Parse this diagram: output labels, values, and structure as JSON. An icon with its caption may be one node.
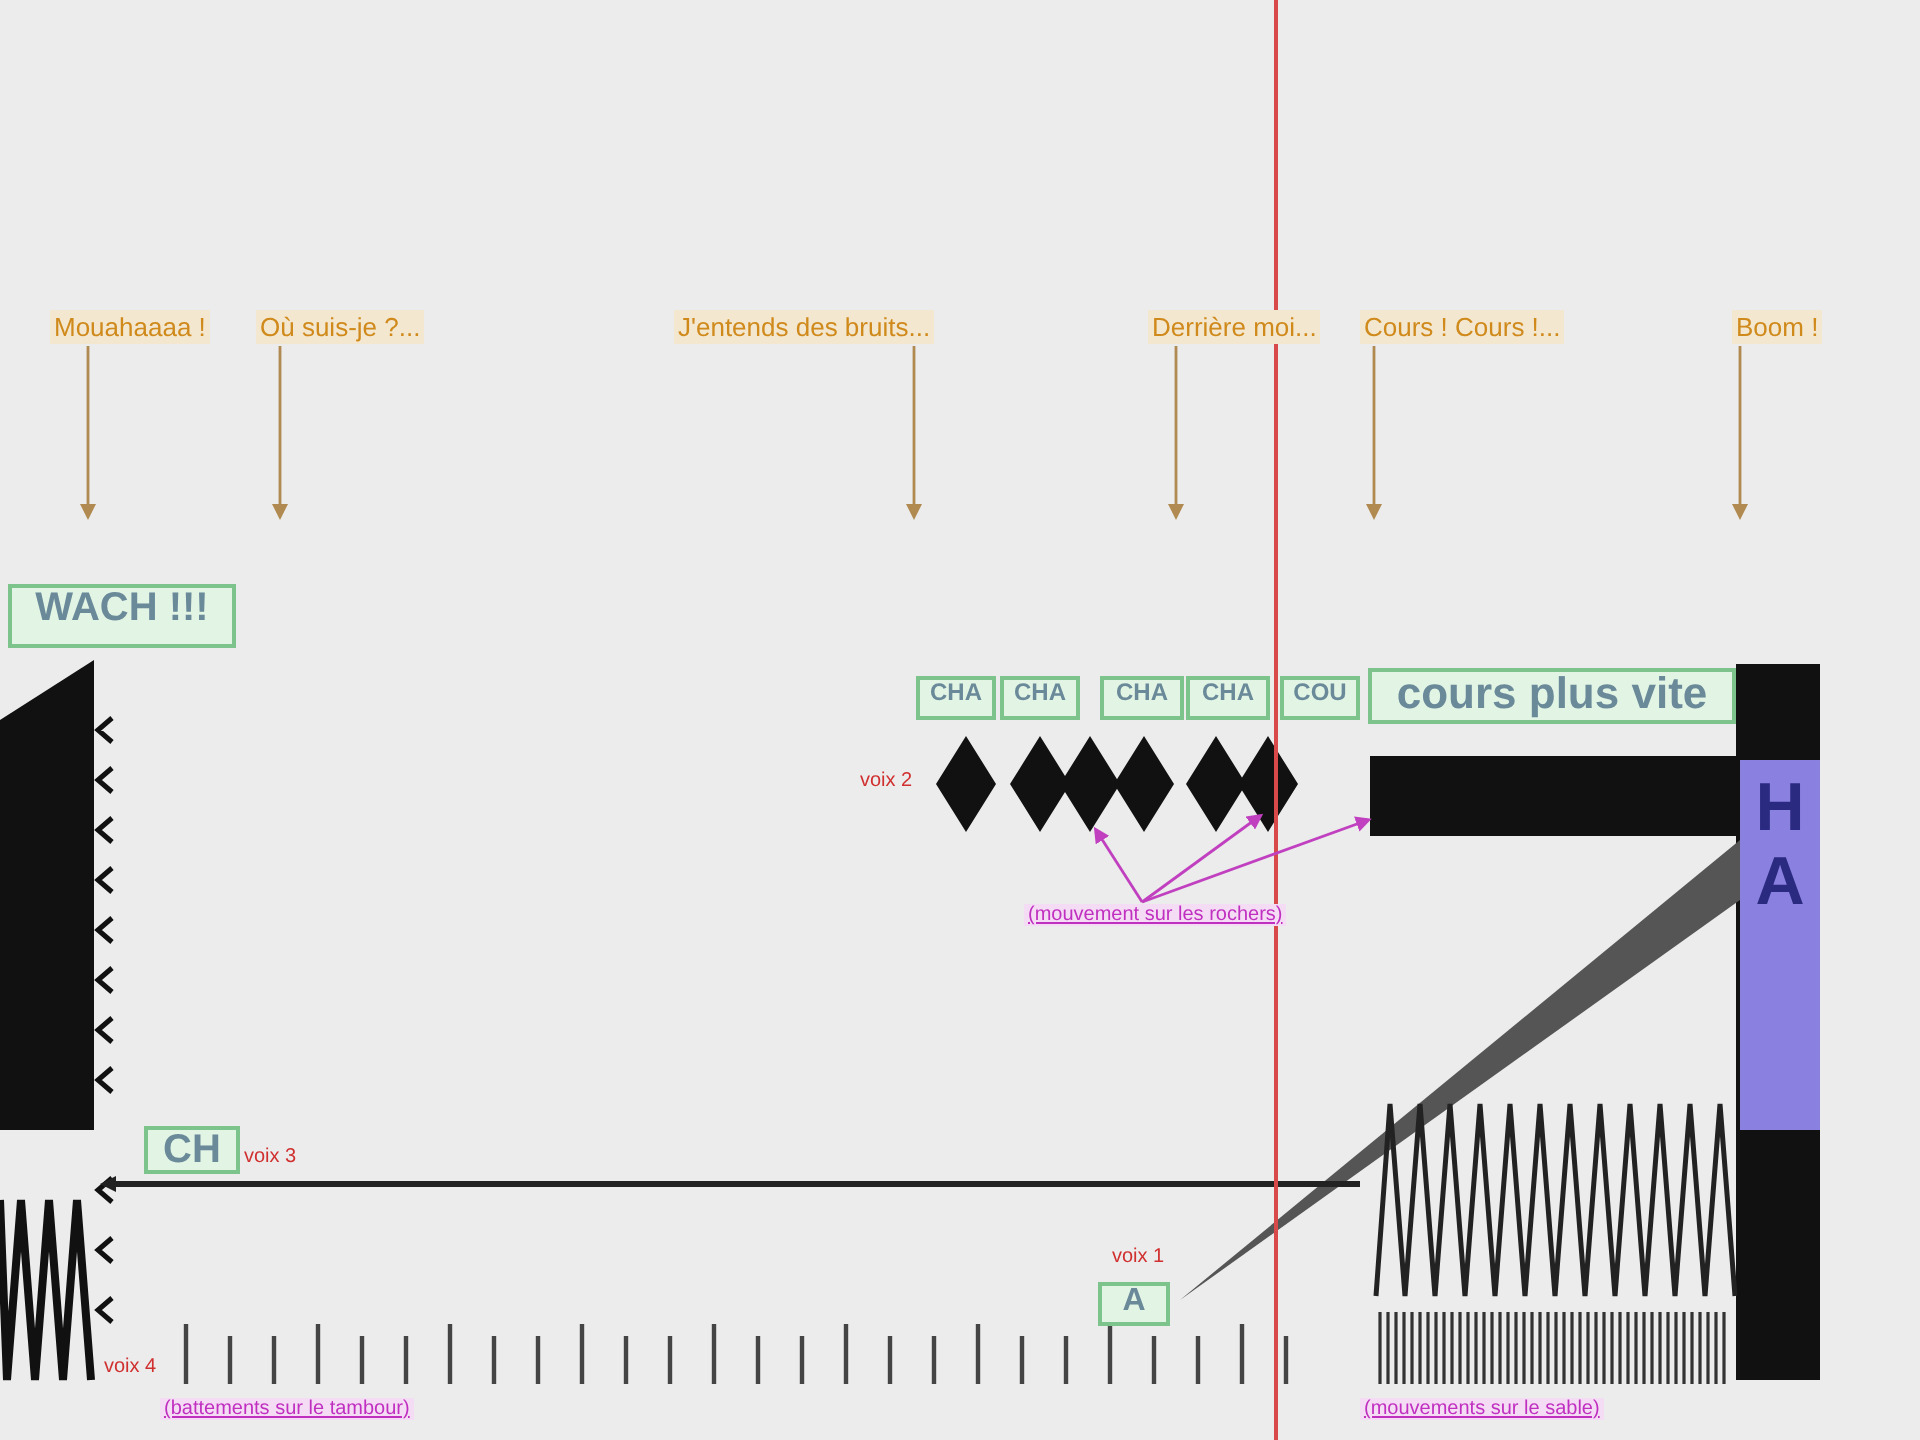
{
  "diagram": {
    "nodes": [
      {
        "text": [
          "Mouahaaaa !"
        ]
      },
      {
        "text": [
          "Où suis-je ?..."
        ]
      },
      {
        "text": [
          "J'entends des bruits..."
        ]
      },
      {
        "text": [
          "Derrière moi..."
        ]
      },
      {
        "text": [
          "Cours ! Cours !..."
        ]
      },
      {
        "text": [
          "Boom !"
        ]
      },
      {
        "text": [
          "WACH !!!"
        ]
      },
      {
        "text": [
          "CHA"
        ]
      },
      {
        "text": [
          "CHA"
        ]
      },
      {
        "text": [
          "CHA"
        ]
      },
      {
        "text": [
          "CHA"
        ]
      },
      {
        "text": [
          "COU"
        ]
      },
      {
        "text": [
          "cours plus vite"
        ]
      },
      {
        "text": [
          "CH"
        ]
      },
      {
        "text": [
          "A"
        ]
      },
      {
        "text": [
          "HA"
        ]
      },
      {
        "text": [
          "(mouvement sur les rochers)"
        ]
      },
      {
        "text": [
          "(battements sur le tambour)"
        ]
      },
      {
        "text": [
          "(mouvements sur le sable)"
        ]
      }
    ],
    "edges": [
      {
        "from": 0,
        "to": null,
        "arrow": "to"
      },
      {
        "from": 1,
        "to": null,
        "arrow": "to"
      },
      {
        "from": 2,
        "to": null,
        "arrow": "to"
      },
      {
        "from": 3,
        "to": null,
        "arrow": "to"
      },
      {
        "from": 4,
        "to": null,
        "arrow": "to"
      },
      {
        "from": 5,
        "to": null,
        "arrow": "to"
      },
      {
        "from": 16,
        "to": null,
        "arrow": "to",
        "color": "#c040c0"
      },
      {
        "from": 16,
        "to": null,
        "arrow": "to",
        "color": "#c040c0"
      },
      {
        "from": 16,
        "to": null,
        "arrow": "to",
        "color": "#c040c0"
      }
    ],
    "labels": [
      "voix 2",
      "voix 3",
      "voix 1",
      "voix 4"
    ]
  }
}
